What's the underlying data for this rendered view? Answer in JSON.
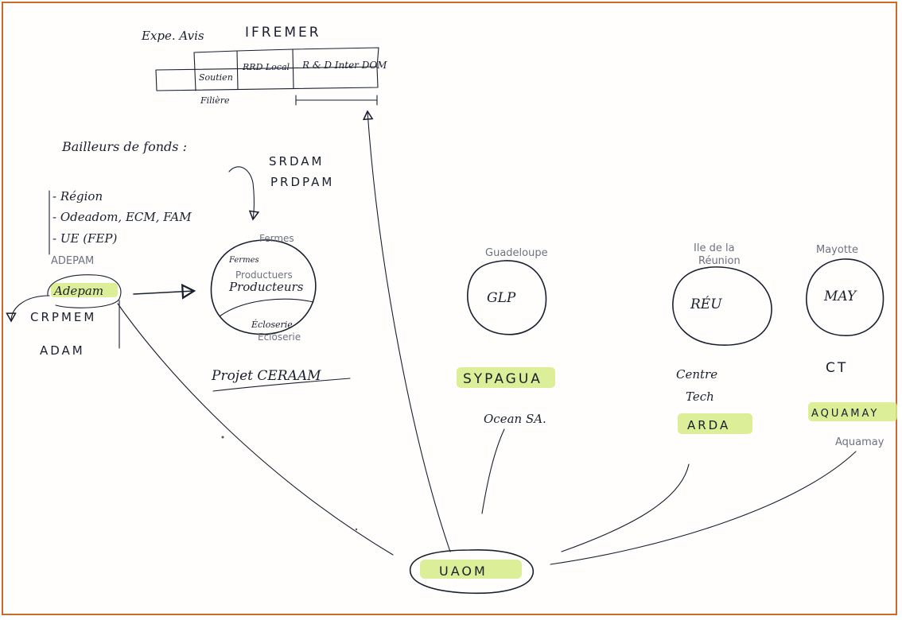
{
  "colors": {
    "ink": "#1a1f2e",
    "pencil": "#6d7280",
    "highlight": "#d7eb86",
    "frame": "#cc6a2c"
  },
  "top_box": {
    "label_left": "Expe. Avis",
    "title": "IFREMER",
    "cells": [
      "Soutien",
      "RRD Local",
      "R & D Inter DOM"
    ],
    "below_label": "Filière"
  },
  "funders": {
    "heading": "Bailleurs de fonds :",
    "items": [
      "- Région",
      "- Odeadom, ECM, FAM",
      "- UE (FEP)"
    ]
  },
  "left_org": {
    "pencil_label": "ADEPAM",
    "name": "Adepam",
    "below": [
      "CRPMEM",
      "ADAM"
    ]
  },
  "srdam": {
    "line1": "SRDAM",
    "line2": "PRDPAM"
  },
  "cerc_circle": {
    "pencil_top": "Fermes",
    "ink_top": "Fermes",
    "ink_main": "Producteurs",
    "pencil_main": "Productuers",
    "ink_bottom": "Écloserie",
    "pencil_bottom": "Ecloserie",
    "caption": "Projet CERAAM"
  },
  "regions": [
    {
      "pencil_label": "Guadeloupe",
      "code": "GLP",
      "lines": [
        "SYPAGUA"
      ],
      "sub": "Ocean SA."
    },
    {
      "pencil_label_1": "Ile de la",
      "pencil_label_2": "Réunion",
      "code": "RÉU",
      "lines": [
        "Centre",
        "Tech"
      ],
      "highlight": "ARDA"
    },
    {
      "pencil_label": "Mayotte",
      "code": "MAY",
      "lines": [
        "CT"
      ],
      "highlight": "AQUAMAY",
      "pencil_sub": "Aquamay"
    }
  ],
  "hub": {
    "label": "UAOM"
  }
}
